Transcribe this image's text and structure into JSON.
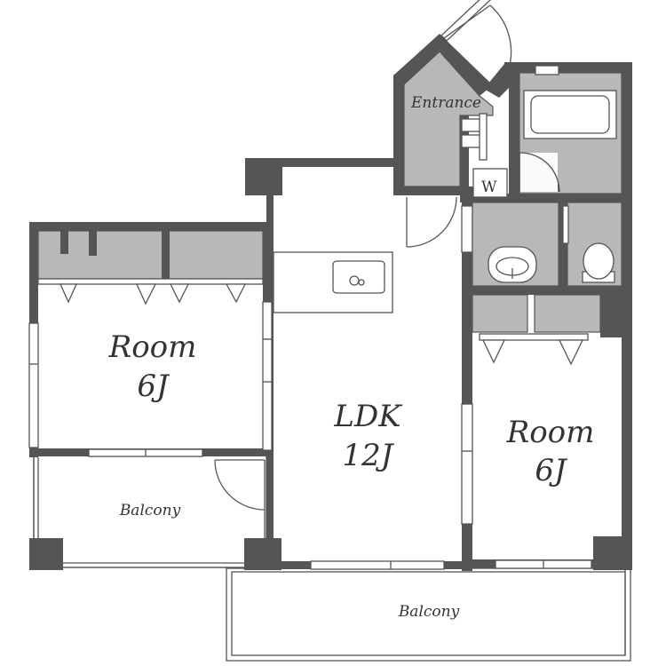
{
  "labels": {
    "entrance": "Entrance",
    "washer": "W",
    "room_left_name": "Room",
    "room_left_size": "6J",
    "ldk_name": "LDK",
    "ldk_size": "12J",
    "room_right_name": "Room",
    "room_right_size": "6J",
    "balcony_left": "Balcony",
    "balcony_bottom": "Balcony"
  },
  "colors": {
    "wall": "#555555",
    "fixture_fill": "#b8b8b8",
    "background": "#ffffff"
  },
  "icons": [
    "door-swing-icon",
    "sink-icon",
    "bathtub-icon",
    "toilet-icon",
    "washbasin-icon"
  ]
}
